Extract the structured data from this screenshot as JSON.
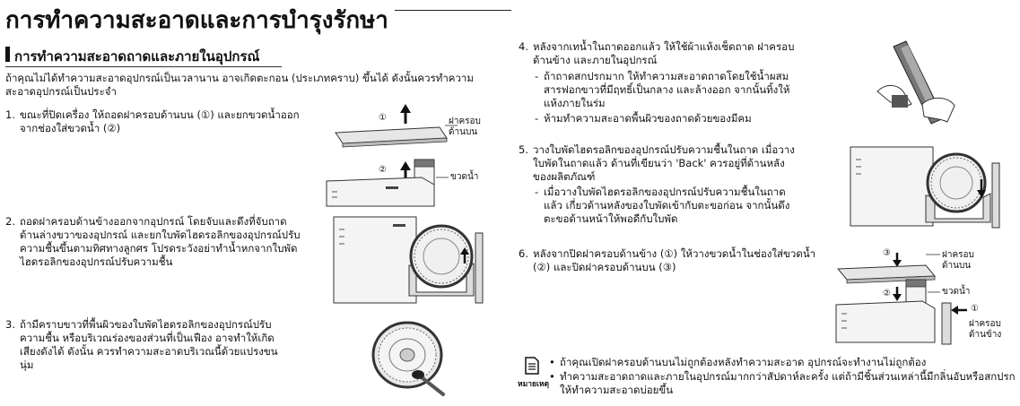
{
  "page": {
    "title": "การทำความสะอาดและการบำรุงรักษา",
    "section_title": "การทำความสะอาดถาดและภายในอุปกรณ์",
    "intro": "ถ้าคุณไม่ได้ทำความสะอาดอุปกรณ์เป็นเวลานาน อาจเกิดตะกอน (ประเภทคราบ) ขึ้นได้ ดังนั้นควรทำความสะอาดอุปกรณ์เป็นประจำ"
  },
  "steps": [
    {
      "num": "1.",
      "text": "ขณะที่ปิดเครื่อง ให้ถอดฝาครอบด้านบน (①) และยกขวดน้ำออกจากช่องใส่ขวดน้ำ (②)"
    },
    {
      "num": "2.",
      "text": "ถอดฝาครอบด้านข้างออกจากอุปกรณ์ โดยจับและดึงที่จับถาดด้านล่างขวาของอุปกรณ์ และยกใบพัดไฮดรอลิกของอุปกรณ์ปรับความชื้นขึ้นตามทิศทางลูกศร โปรดระวังอย่าทำน้ำหกจากใบพัดไฮดรอลิกของอุปกรณ์ปรับความชื้น"
    },
    {
      "num": "3.",
      "text": "ถ้ามีคราบขาวที่พื้นผิวของใบพัดไฮดรอลิกของอุปกรณ์ปรับความชื้น หรือบริเวณร่องของส่วนที่เป็นเฟือง อาจทำให้เกิดเสียงดังได้ ดังนั้น ควรทำความสะอาดบริเวณนี้ด้วยแปรงขนนุ่ม"
    },
    {
      "num": "4.",
      "text": "หลังจากเทน้ำในถาดออกแล้ว ให้ใช้ผ้าแห้งเช็ดถาด ฝาครอบด้านข้าง และภายในอุปกรณ์"
    },
    {
      "num": "5.",
      "text": "วางใบพัดไฮดรอลิกของอุปกรณ์ปรับความชื้นในถาด เมื่อวางใบพัดในถาดแล้ว ด้านที่เขียนว่า 'Back' ควรอยู่ที่ด้านหลังของผลิตภัณฑ์"
    },
    {
      "num": "6.",
      "text": "หลังจากปิดฝาครอบด้านข้าง (①) ให้วางขวดน้ำในช่องใส่ขวดน้ำ (②) และปิดฝาครอบด้านบน (③)"
    }
  ],
  "step4_subs": [
    "ถ้าถาดสกปรกมาก ให้ทำความสะอาดถาดโดยใช้น้ำผสมสารฟอกขาวที่มีฤทธิ์เป็นกลาง และล้างออก จากนั้นทิ้งให้แห้งภายในร่ม",
    "ห้ามทำความสะอาดพื้นผิวของถาดด้วยของมีคม"
  ],
  "step5_subs": [
    "เมื่อวางใบพัดไฮดรอลิกของอุปกรณ์ปรับความชื้นในถาดแล้ว เกี่ยวด้านหลังของใบพัดเข้ากับตะขอก่อน จากนั้นดึงตะขอด้านหน้าให้พอดีกับใบพัด"
  ],
  "figure1": {
    "marker1": "①",
    "marker2": "②",
    "label_cover": "ฝาครอบ\nด้านบน",
    "label_bottle": "ขวดน้ำ"
  },
  "figure6": {
    "marker1": "①",
    "marker2": "②",
    "marker3": "③",
    "label_cover": "ฝาครอบ\nด้านบน",
    "label_bottle": "ขวดน้ำ",
    "label_side": "ฝาครอบ\nด้านข้าง"
  },
  "note": {
    "label": "หมายเหตุ",
    "items": [
      "ถ้าคุณเปิดฝาครอบด้านบนไม่ถูกต้องหลังทำความสะอาด อุปกรณ์จะทำงานไม่ถูกต้อง",
      "ทำความสะอาดถาดและภายในอุปกรณ์มากกว่าสัปดาห์ละครั้ง แต่ถ้ามีชิ้นส่วนเหล่านี้มีกลิ่นอับหรือสกปรก ให้ทำความสะอาดบ่อยขึ้น"
    ]
  },
  "colors": {
    "text": "#111111",
    "line": "#333333",
    "device": "#f4f4f4",
    "dark": "#555555"
  }
}
